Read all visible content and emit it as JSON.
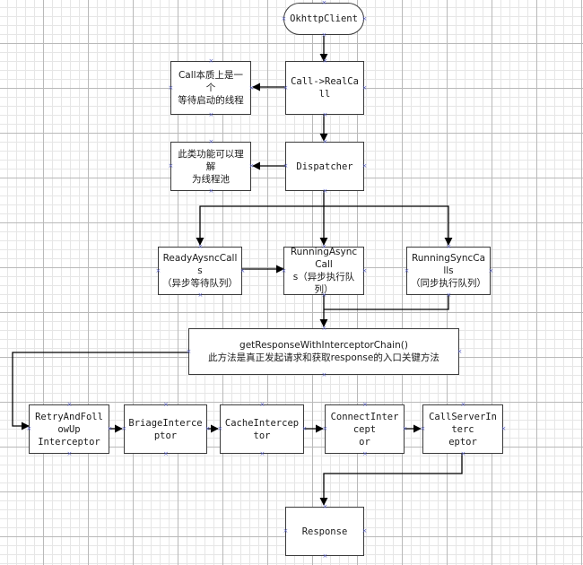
{
  "nodes": {
    "okhttp_client": "OkhttpClient",
    "call_note": "Call本质上是一个\n等待启动的线程",
    "real_call": "Call->RealCall",
    "dispatcher_note": "此类功能可以理解\n为线程池",
    "dispatcher": "Dispatcher",
    "ready_async": "ReadyAysncCalls\n（异步等待队列）",
    "running_async": "RunningAsyncCall\ns（异步执行队\n列）",
    "running_sync": "RunningSyncCalls\n（同步执行队列）",
    "get_response": "getResponseWithInterceptorChain()\n此方法是真正发起请求和获取response的入口关键方法",
    "retry": "RetryAndFollowUp\nInterceptor",
    "bridge": "BriageInterceptor",
    "cache": "CacheInterceptor",
    "connect": "ConnectIntercept\nor",
    "call_server": "CallServerInterc\neptor",
    "response": "Response"
  },
  "colors": {
    "line": "#000000",
    "node_border": "#3a3a3a",
    "handle": "#5a62c8",
    "grid_major": "#b9b9b9",
    "grid_minor": "#e6e6e6"
  }
}
